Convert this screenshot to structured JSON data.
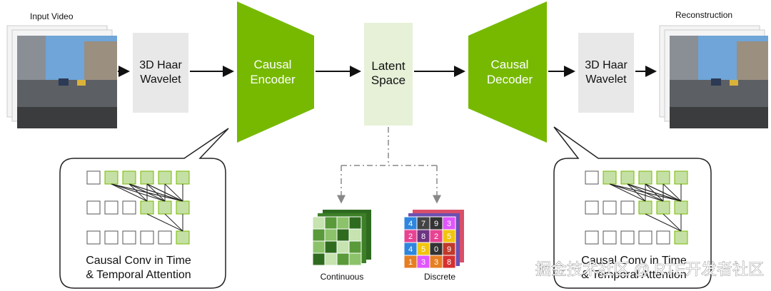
{
  "input_label": "Input Video",
  "output_label": "Reconstruction",
  "wavelet_in": {
    "line1": "3D Haar",
    "line2": "Wavelet"
  },
  "wavelet_out": {
    "line1": "3D Haar",
    "line2": "Wavelet"
  },
  "encoder": {
    "line1": "Causal",
    "line2": "Encoder"
  },
  "decoder": {
    "line1": "Causal",
    "line2": "Decoder"
  },
  "latent": {
    "line1": "Latent",
    "line2": "Space"
  },
  "continuous_label": "Continuous",
  "discrete_label": "Discrete",
  "discrete_grid": [
    [
      "4",
      "7",
      "9",
      "3"
    ],
    [
      "2",
      "8",
      "2",
      "5"
    ],
    [
      "4",
      "5",
      "0",
      "9"
    ],
    [
      "1",
      "3",
      "3",
      "8"
    ]
  ],
  "bubble_left": {
    "line1": "Causal Conv in Time",
    "line2": "& Temporal Attention"
  },
  "bubble_right": {
    "line1": "Causal Conv in Time",
    "line2": "& Temporal Attention"
  },
  "watermark": "掘金技术社区 @ RTE开发者社区",
  "colors": {
    "green": "#76b900",
    "light_green": "#c5e0a5",
    "gray_box": "#e8e8e8",
    "latent_box": "#e6f1d8"
  }
}
